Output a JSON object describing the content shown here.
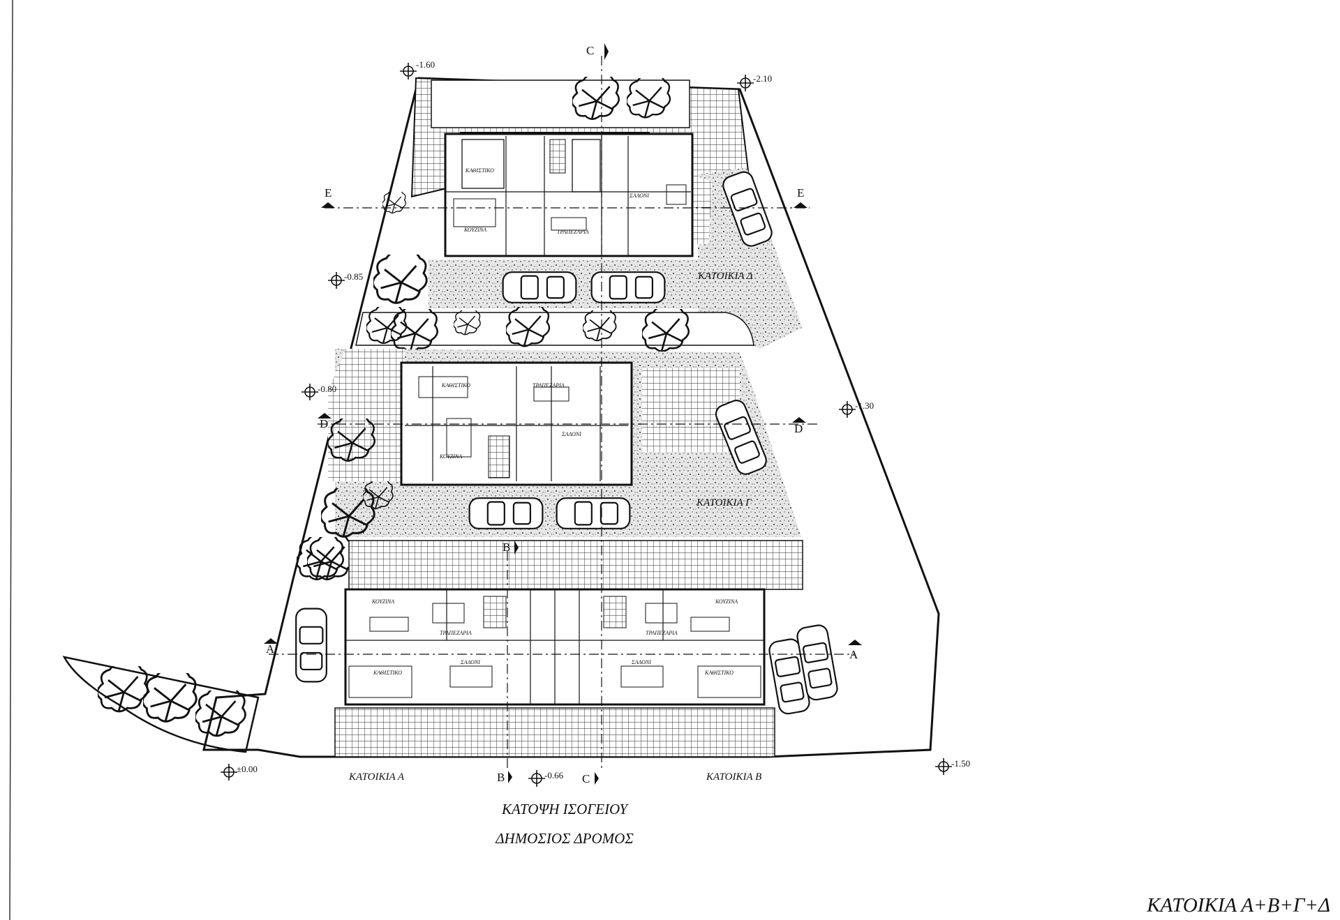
{
  "drawing": {
    "title": "ΚΑΤΟΨΗ ΙΣΟΓΕΙΟΥ",
    "road_label": "ΔΗΜΟΣΙΟΣ ΔΡΟΜΟΣ",
    "sheet_title": "ΚΑΤΟΙΚΙΑ Α+Β+Γ+Δ"
  },
  "house_labels": {
    "a": "ΚΑΤΟΙΚΙΑ Α",
    "b": "ΚΑΤΟΙΚΙΑ Β",
    "g": "ΚΑΤΟΙΚΙΑ Γ",
    "d": "ΚΑΤΟΙΚΙΑ Δ"
  },
  "levels": {
    "top_left": "-1.60",
    "top_right": "-2.10",
    "mid_left_upper": "-0.85",
    "mid_left_lower": "-0.80",
    "mid_right": "-1.30",
    "bottom_left": "±0.00",
    "bottom_center": "-0.66",
    "bottom_right": "-1.50"
  },
  "sections": {
    "c": "C",
    "e": "E",
    "d": "D",
    "b": "B",
    "a": "A"
  },
  "rooms": {
    "kafistiro": "ΚΑΘΙΣΤΙΚΟ",
    "kouzina": "ΚΟΥΖΙΝΑ",
    "trapezaria": "ΤΡΑΠΕΖΑΡΙΑ",
    "saloni": "ΣΑΛΟΝΙ"
  },
  "colors": {
    "ink": "#111111",
    "paper": "#ffffff"
  }
}
